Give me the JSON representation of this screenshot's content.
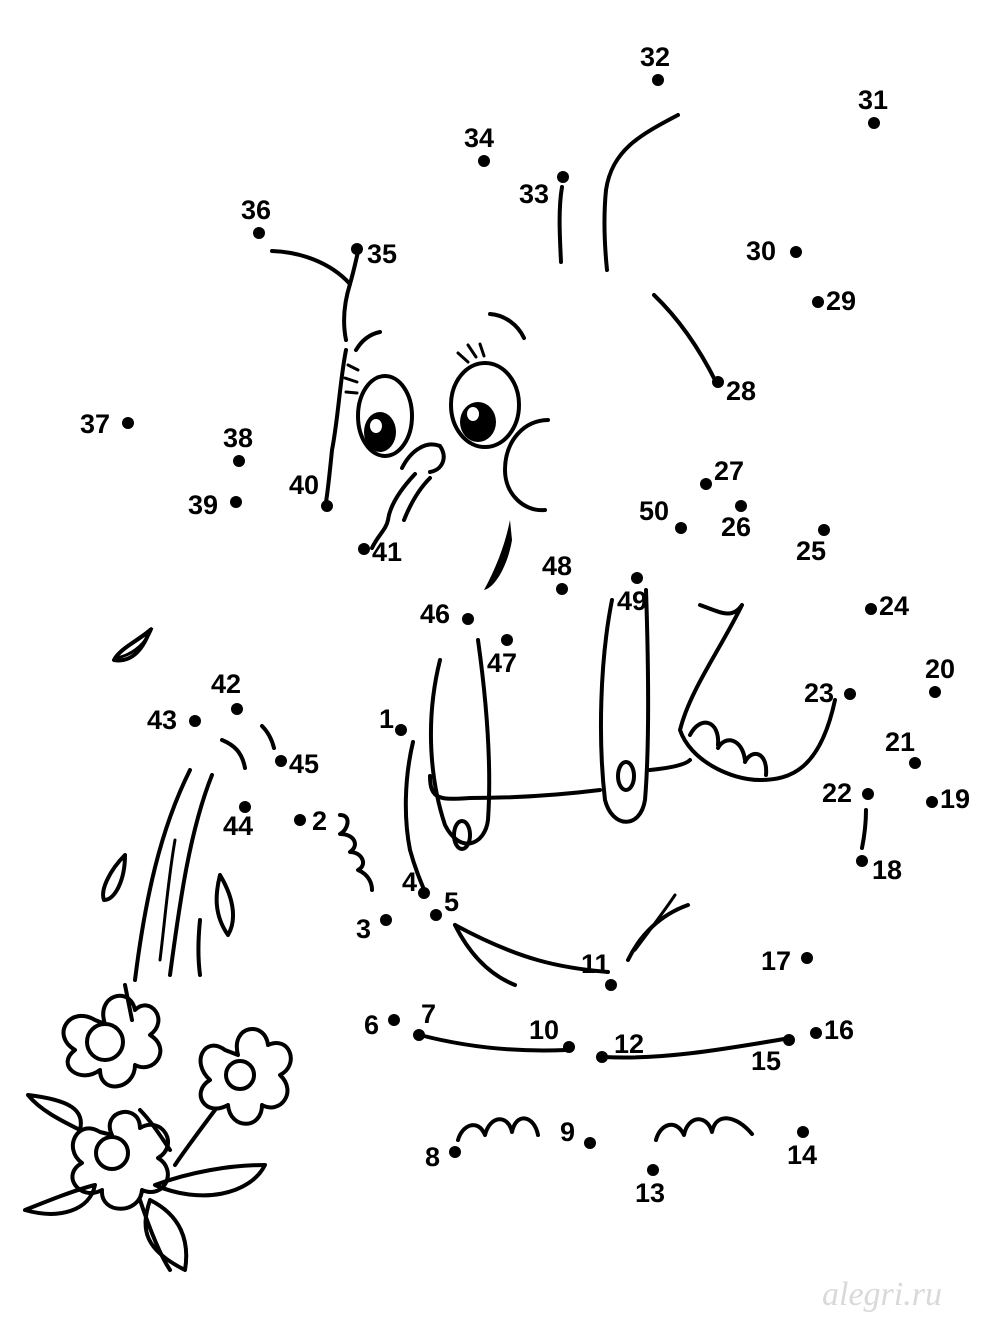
{
  "points": [
    {
      "n": "1"
    },
    {
      "n": "2"
    },
    {
      "n": "3"
    },
    {
      "n": "4"
    },
    {
      "n": "5"
    },
    {
      "n": "6"
    },
    {
      "n": "7"
    },
    {
      "n": "8"
    },
    {
      "n": "9"
    },
    {
      "n": "10"
    },
    {
      "n": "11"
    },
    {
      "n": "12"
    },
    {
      "n": "13"
    },
    {
      "n": "14"
    },
    {
      "n": "15"
    },
    {
      "n": "16"
    },
    {
      "n": "17"
    },
    {
      "n": "18"
    },
    {
      "n": "19"
    },
    {
      "n": "20"
    },
    {
      "n": "21"
    },
    {
      "n": "22"
    },
    {
      "n": "23"
    },
    {
      "n": "24"
    },
    {
      "n": "25"
    },
    {
      "n": "26"
    },
    {
      "n": "27"
    },
    {
      "n": "28"
    },
    {
      "n": "29"
    },
    {
      "n": "30"
    },
    {
      "n": "31"
    },
    {
      "n": "32"
    },
    {
      "n": "33"
    },
    {
      "n": "34"
    },
    {
      "n": "35"
    },
    {
      "n": "36"
    },
    {
      "n": "37"
    },
    {
      "n": "38"
    },
    {
      "n": "39"
    },
    {
      "n": "40"
    },
    {
      "n": "41"
    },
    {
      "n": "42"
    },
    {
      "n": "43"
    },
    {
      "n": "44"
    },
    {
      "n": "45"
    },
    {
      "n": "46"
    },
    {
      "n": "47"
    },
    {
      "n": "48"
    },
    {
      "n": "49"
    },
    {
      "n": "50"
    }
  ],
  "watermark": "alegri.ru",
  "colors": {
    "ink": "#000000",
    "paper": "#ffffff",
    "watermark": "#d9d9d9"
  }
}
